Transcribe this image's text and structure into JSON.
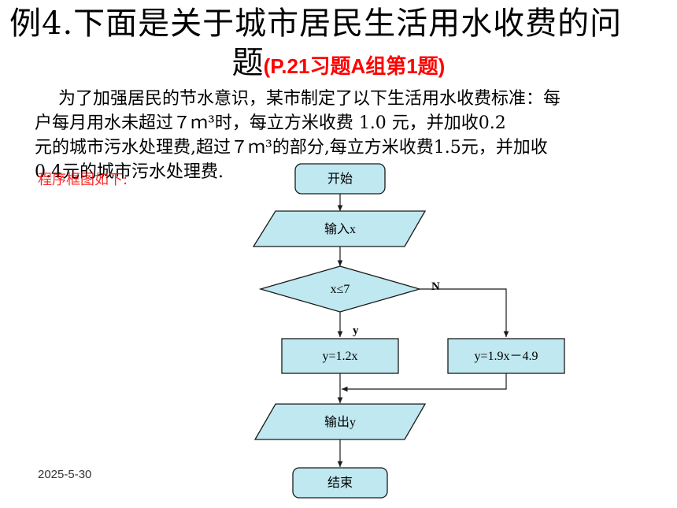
{
  "title": {
    "line1": "例4.下面是关于城市居民生活用水收费的问",
    "line2": "题",
    "reference": "(P.21习题A组第1题)"
  },
  "paragraph": [
    "为了加强居民的节水意识，某市制定了以下生活用水收费标准：每",
    "户每月用水未超过７ｍ³时，每立方米收费 1.0        元，并加收0.2",
    "元的城市污水处理费,超过７ｍ³的部分,每立方米收费1.5元，并加收",
    "0.4元的城市污水处理费."
  ],
  "flowchart_note": "程序框图如下:",
  "flowchart": {
    "start": "开始",
    "input": "输入x",
    "condition": "x≤7",
    "yes_label": "y",
    "no_label": "N",
    "yes_branch": "y=1.2x",
    "no_branch": "y=1.9x－4.9",
    "output": "输出y",
    "end": "结束"
  },
  "date": "2025-5-30",
  "colors": {
    "node_fill": "#bfe8f0",
    "reference_red": "#ff0000"
  }
}
